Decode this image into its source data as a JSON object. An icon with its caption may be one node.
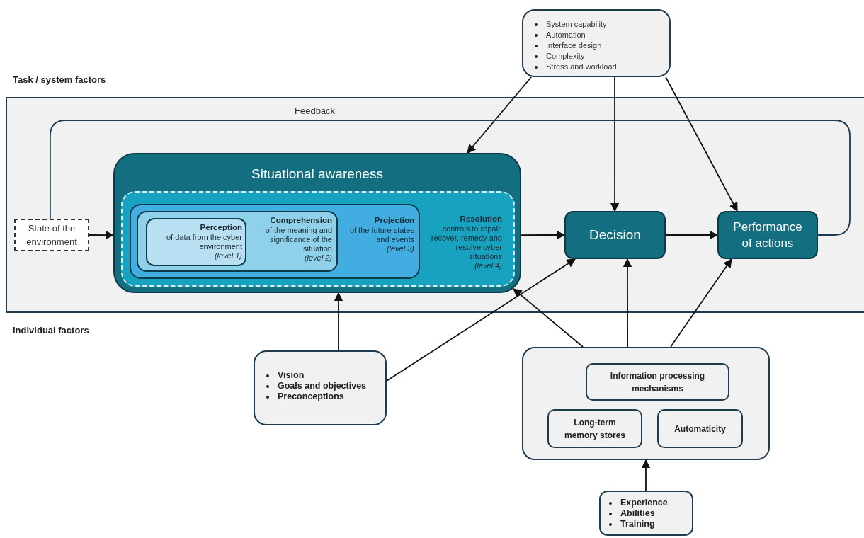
{
  "diagram": {
    "nodes": [
      {
        "text": [
          "System capability",
          "Automation",
          "Interface design",
          "Complexity",
          "Stress and workload"
        ]
      },
      {
        "text": [
          "State of the environment"
        ]
      },
      {
        "text": [
          "Situational awareness"
        ]
      },
      {
        "text": [
          "Resolution",
          "controls to repair, recover, remedy and resolve cyber situations",
          "(level 4)"
        ],
        "in": 2
      },
      {
        "text": [
          "Projection",
          "of the future states and events",
          "(level 3)"
        ],
        "in": 3
      },
      {
        "text": [
          "Comprehension",
          "of the meaning and significance of the situation",
          "(level 2)"
        ],
        "in": 4
      },
      {
        "text": [
          "Perception",
          "of data from the cyber environment",
          "(level 1)"
        ],
        "in": 5
      },
      {
        "text": [
          "Decision"
        ]
      },
      {
        "text": [
          "Performance of actions"
        ]
      },
      {
        "text": [
          "Vision",
          "Goals and objectives",
          "Preconceptions"
        ]
      },
      {
        "text": [],
        "shape": "box"
      },
      {
        "text": [
          "Information processing mechanisms"
        ],
        "in": 10
      },
      {
        "text": [
          "Long-term memory stores"
        ],
        "in": 10
      },
      {
        "text": [
          "Automaticity"
        ],
        "in": 10
      },
      {
        "text": [
          "Experience",
          "Abilities",
          "Training"
        ]
      }
    ],
    "edges": [
      {
        "from": 0,
        "to": 2,
        "arrow": "to"
      },
      {
        "from": 0,
        "to": 7,
        "arrow": "to"
      },
      {
        "from": 0,
        "to": 8,
        "arrow": "to"
      },
      {
        "from": 1,
        "to": 2,
        "arrow": "to"
      },
      {
        "from": 2,
        "to": 7,
        "arrow": "to"
      },
      {
        "from": 7,
        "to": 8,
        "arrow": "to"
      },
      {
        "from": 8,
        "to": 1,
        "arrow": "none",
        "label": "Feedback"
      },
      {
        "from": 9,
        "to": 2,
        "arrow": "to"
      },
      {
        "from": 9,
        "to": 7,
        "arrow": "to"
      },
      {
        "from": 10,
        "to": 2,
        "arrow": "to"
      },
      {
        "from": 10,
        "to": 7,
        "arrow": "to"
      },
      {
        "from": 10,
        "to": 8,
        "arrow": "to"
      },
      {
        "from": 14,
        "to": 10,
        "arrow": "to"
      }
    ],
    "labels": [
      "Task / system factors",
      "Individual factors"
    ]
  }
}
